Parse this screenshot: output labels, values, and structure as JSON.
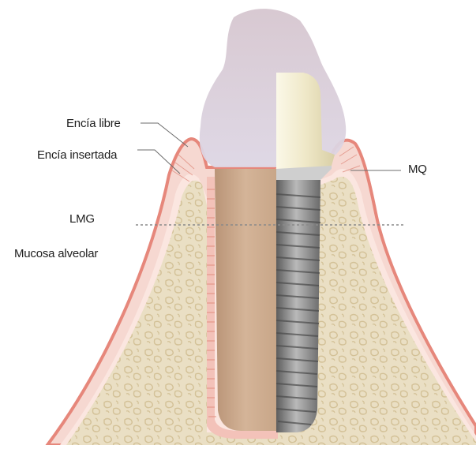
{
  "labels": {
    "encia_libre": "Encía libre",
    "encia_insertada": "Encía insertada",
    "lmg": "LMG",
    "mucosa_alveolar": "Mucosa alveolar",
    "mq": "MQ"
  },
  "colors": {
    "gingiva_outline": "#e78a7d",
    "gingiva_fill": "#f7d9d2",
    "bone_fill": "#e9dcc0",
    "bone_pattern": "#d6c59e",
    "crown": "#d8cfdc",
    "root": "#c9a98c",
    "abutment": "#ece6cc",
    "implant_thread": "#7c7c7c",
    "lmg_line": "#8a8a8a"
  },
  "structures": {
    "left_side": "natural tooth",
    "right_side": "dental implant"
  }
}
